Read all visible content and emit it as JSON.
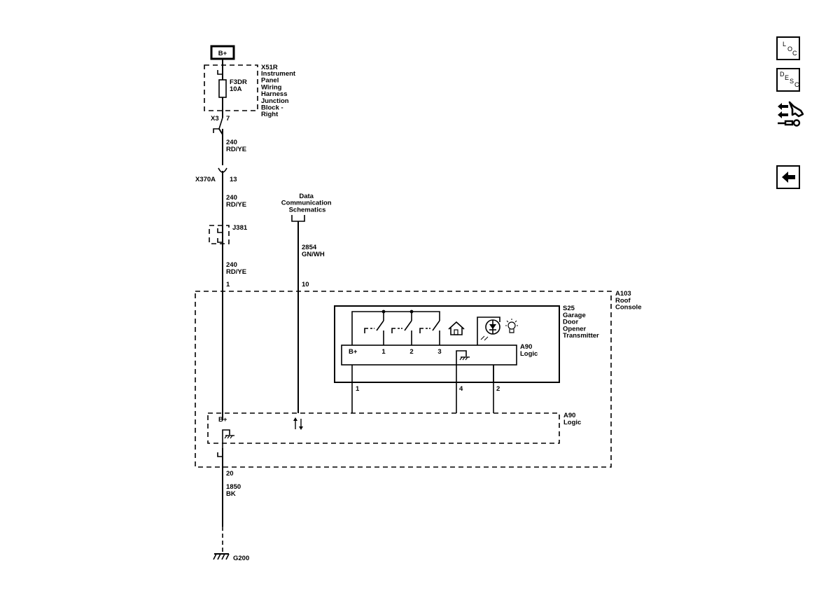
{
  "power": {
    "label": "B+"
  },
  "fuse_block": {
    "id": "X51R",
    "name_lines": [
      "Instrument",
      "Panel",
      "Wiring",
      "Harness",
      "Junction",
      "Block -",
      "Right"
    ],
    "fuse": "F3DR",
    "rating": "10A"
  },
  "connectors": {
    "x3": {
      "name": "X3",
      "pin": "7"
    },
    "x370a": {
      "name": "X370A",
      "pin": "13"
    },
    "j381": {
      "name": "J381"
    },
    "ground_pin": "20"
  },
  "wires": {
    "w1": {
      "circuit": "240",
      "color": "RD/YE"
    },
    "w2": {
      "circuit": "240",
      "color": "RD/YE"
    },
    "w3": {
      "circuit": "240",
      "color": "RD/YE"
    },
    "data": {
      "circuit": "2854",
      "color": "GN/WH"
    },
    "ground": {
      "circuit": "1850",
      "color": "BK"
    }
  },
  "data_ref": {
    "lines": [
      "Data",
      "Communication",
      "Schematics"
    ]
  },
  "console_pins": {
    "power": "1",
    "data": "10"
  },
  "roof_console": {
    "id": "A103",
    "name_lines": [
      "Roof",
      "Console"
    ]
  },
  "transmitter": {
    "id": "S25",
    "name_lines": [
      "Garage",
      "Door",
      "Opener",
      "Transmitter"
    ]
  },
  "logic_inner": {
    "id": "A90",
    "name": "Logic",
    "inputs": [
      "B+",
      "1",
      "2",
      "3"
    ],
    "pins": [
      "1",
      "4",
      "2"
    ]
  },
  "logic_outer": {
    "id": "A90",
    "name": "Logic",
    "bplus": "B+"
  },
  "ground": {
    "id": "G200"
  },
  "nav": {
    "loc": [
      "L",
      "O",
      "C"
    ],
    "desc": [
      "D",
      "E",
      "S",
      "C"
    ],
    "tool_icon": "connector-tools-icon",
    "back_icon": "back-arrow-icon"
  }
}
